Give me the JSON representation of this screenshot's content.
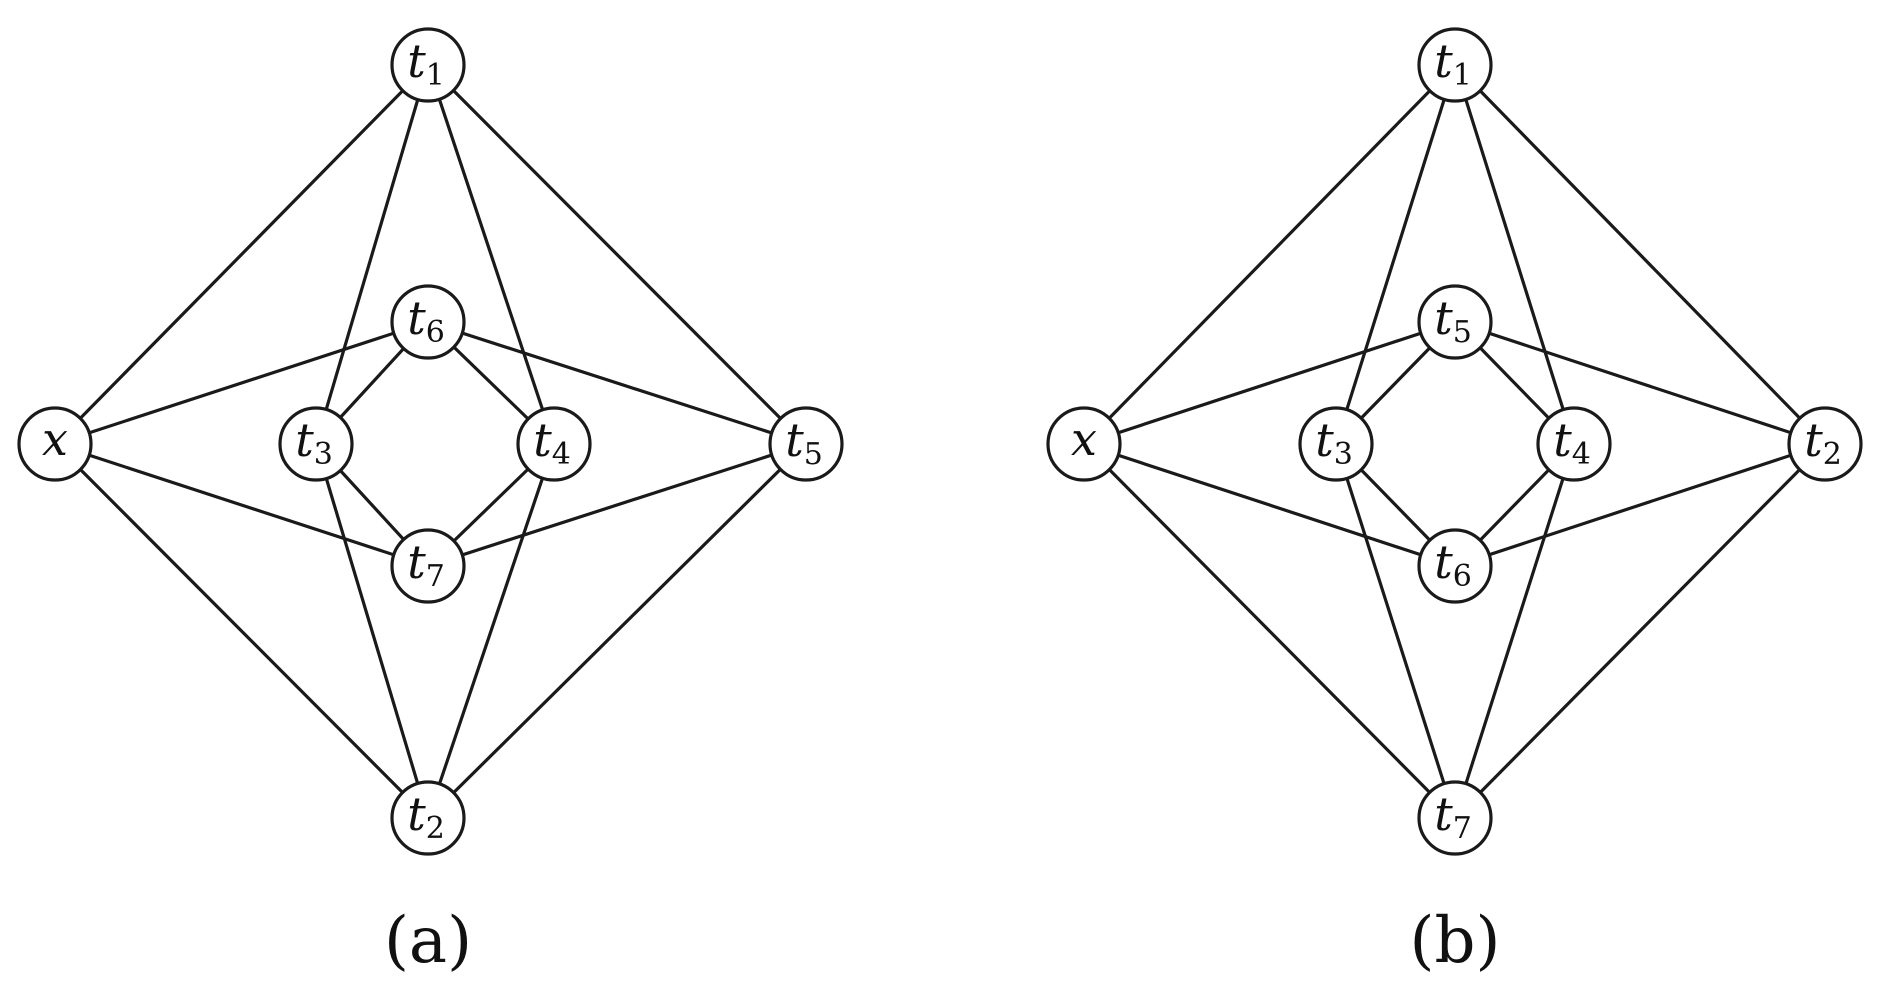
{
  "panels": [
    {
      "id": "a",
      "caption": "(a)",
      "nodes": [
        {
          "id": "x",
          "letter": "x",
          "sub": ""
        },
        {
          "id": "t1",
          "letter": "t",
          "sub": "1"
        },
        {
          "id": "t2",
          "letter": "t",
          "sub": "2"
        },
        {
          "id": "t3",
          "letter": "t",
          "sub": "3"
        },
        {
          "id": "t4",
          "letter": "t",
          "sub": "4"
        },
        {
          "id": "t5",
          "letter": "t",
          "sub": "5"
        },
        {
          "id": "t6",
          "letter": "t",
          "sub": "6"
        },
        {
          "id": "t7",
          "letter": "t",
          "sub": "7"
        }
      ],
      "edges": [
        [
          "x",
          "t1"
        ],
        [
          "x",
          "t6"
        ],
        [
          "x",
          "t7"
        ],
        [
          "x",
          "t2"
        ],
        [
          "t1",
          "t3"
        ],
        [
          "t1",
          "t4"
        ],
        [
          "t1",
          "t5"
        ],
        [
          "t6",
          "t3"
        ],
        [
          "t6",
          "t4"
        ],
        [
          "t6",
          "t5"
        ],
        [
          "t7",
          "t3"
        ],
        [
          "t7",
          "t4"
        ],
        [
          "t7",
          "t5"
        ],
        [
          "t2",
          "t3"
        ],
        [
          "t2",
          "t4"
        ],
        [
          "t2",
          "t5"
        ]
      ]
    },
    {
      "id": "b",
      "caption": "(b)",
      "nodes": [
        {
          "id": "x",
          "letter": "x",
          "sub": ""
        },
        {
          "id": "t1",
          "letter": "t",
          "sub": "1"
        },
        {
          "id": "t5",
          "letter": "t",
          "sub": "5"
        },
        {
          "id": "t3",
          "letter": "t",
          "sub": "3"
        },
        {
          "id": "t4",
          "letter": "t",
          "sub": "4"
        },
        {
          "id": "t2",
          "letter": "t",
          "sub": "2"
        },
        {
          "id": "t6",
          "letter": "t",
          "sub": "6"
        },
        {
          "id": "t7",
          "letter": "t",
          "sub": "7"
        }
      ],
      "edges": [
        [
          "x",
          "t1"
        ],
        [
          "x",
          "t5"
        ],
        [
          "x",
          "t6"
        ],
        [
          "x",
          "t7"
        ],
        [
          "t1",
          "t3"
        ],
        [
          "t1",
          "t4"
        ],
        [
          "t1",
          "t2"
        ],
        [
          "t5",
          "t3"
        ],
        [
          "t5",
          "t4"
        ],
        [
          "t5",
          "t2"
        ],
        [
          "t6",
          "t3"
        ],
        [
          "t6",
          "t4"
        ],
        [
          "t6",
          "t2"
        ],
        [
          "t7",
          "t3"
        ],
        [
          "t7",
          "t4"
        ],
        [
          "t7",
          "t2"
        ]
      ]
    }
  ]
}
